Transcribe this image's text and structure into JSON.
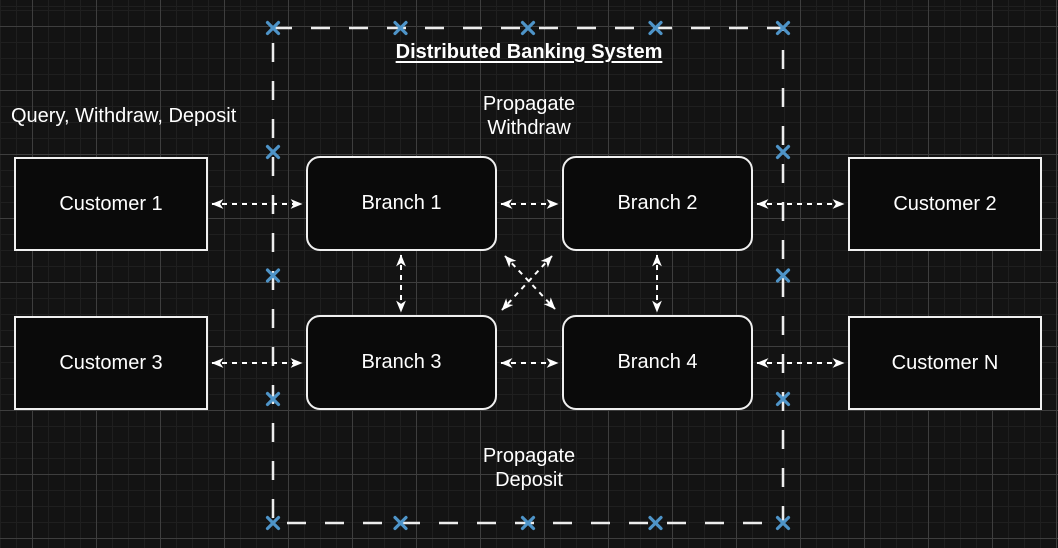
{
  "diagram": {
    "title": "Distributed Banking System",
    "annotations": {
      "operations": "Query, Withdraw, Deposit",
      "propagate_withdraw": {
        "line1": "Propagate",
        "line2": "Withdraw"
      },
      "propagate_deposit": {
        "line1": "Propagate",
        "line2": "Deposit"
      }
    },
    "nodes": {
      "customer1": {
        "label": "Customer 1",
        "shape": "rectangle"
      },
      "customer2": {
        "label": "Customer 2",
        "shape": "rectangle"
      },
      "customer3": {
        "label": "Customer 3",
        "shape": "rectangle"
      },
      "customerN": {
        "label": "Customer N",
        "shape": "rectangle"
      },
      "branch1": {
        "label": "Branch 1",
        "shape": "rounded-rectangle"
      },
      "branch2": {
        "label": "Branch 2",
        "shape": "rounded-rectangle"
      },
      "branch3": {
        "label": "Branch 3",
        "shape": "rounded-rectangle"
      },
      "branch4": {
        "label": "Branch 4",
        "shape": "rounded-rectangle"
      }
    },
    "edges": [
      {
        "from": "customer1",
        "to": "branch1",
        "style": "dashed-double-arrow"
      },
      {
        "from": "branch1",
        "to": "branch2",
        "style": "dashed-double-arrow"
      },
      {
        "from": "branch2",
        "to": "customer2",
        "style": "dashed-double-arrow"
      },
      {
        "from": "customer3",
        "to": "branch3",
        "style": "dashed-double-arrow"
      },
      {
        "from": "branch3",
        "to": "branch4",
        "style": "dashed-double-arrow"
      },
      {
        "from": "branch4",
        "to": "customerN",
        "style": "dashed-double-arrow"
      },
      {
        "from": "branch1",
        "to": "branch3",
        "style": "dashed-double-arrow"
      },
      {
        "from": "branch2",
        "to": "branch4",
        "style": "dashed-double-arrow"
      },
      {
        "from": "branch1",
        "to": "branch4",
        "style": "dashed-double-arrow"
      },
      {
        "from": "branch2",
        "to": "branch3",
        "style": "dashed-double-arrow"
      }
    ],
    "selection_container": {
      "border_style": "dashed",
      "handle_shape": "x-cross",
      "handle_count": 16
    },
    "colors": {
      "background": "#131313",
      "grid_minor": "#1f1f1f",
      "grid_major": "#3e3e3e",
      "node_fill": "#0a0a0a",
      "node_border": "#f0f0f0",
      "edge": "#ffffff",
      "text": "#ffffff",
      "handle_blue": "#4e94c8"
    }
  }
}
